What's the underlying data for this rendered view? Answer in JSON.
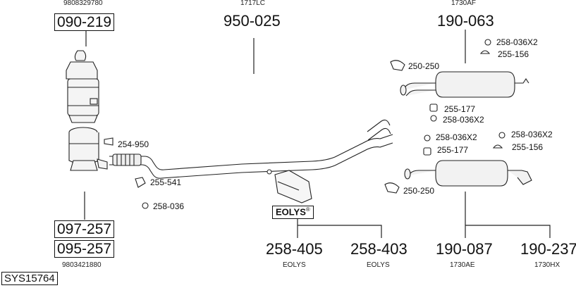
{
  "diagram": {
    "system_code": "SYS15764",
    "parts": {
      "p090219": {
        "number": "090-219",
        "reference": "9808329780"
      },
      "p950025": {
        "number": "950-025",
        "reference": "1717LC"
      },
      "p190063": {
        "number": "190-063",
        "reference": "1730AF"
      },
      "p097257": {
        "number": "097-257"
      },
      "p095257": {
        "number": "095-257",
        "reference": "9803421880"
      },
      "p258405": {
        "number": "258-405",
        "reference": "EOLYS"
      },
      "p258403": {
        "number": "258-403",
        "reference": "EOLYS"
      },
      "p190087": {
        "number": "190-087",
        "reference": "1730AE"
      },
      "p190237": {
        "number": "190-237",
        "reference": "1730HX"
      }
    },
    "accessories": {
      "a258036x2_top": "258-036X2",
      "a255156_top": "255-156",
      "a250250_top": "250-250",
      "a255177_mid": "255-177",
      "a258036x2_mid": "258-036X2",
      "a254950": "254-950",
      "a258036x2_lower_left": "258-036X2",
      "a258036x2_lower_right": "258-036X2",
      "a255177_lower": "255-177",
      "a255156_lower": "255-156",
      "a255541": "255-541",
      "a250250_lower": "250-250",
      "a258036": "258-036"
    },
    "eolys_label": "EOLYS",
    "eolys_mark": "®"
  }
}
